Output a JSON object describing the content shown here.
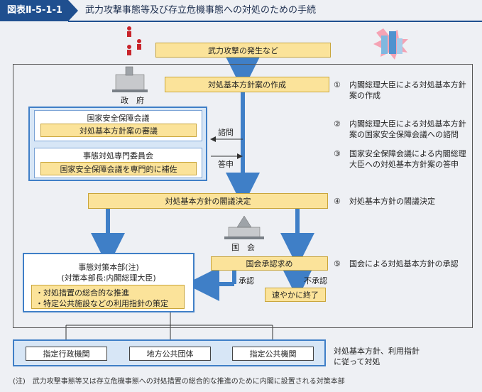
{
  "header": {
    "figure_label": "図表Ⅱ-5-1-1",
    "title": "武力攻撃事態等及び存立危機事態への対処のための手続"
  },
  "boxes": {
    "attack_occurrence": "武力攻撃の発生など",
    "basic_policy_draft": "対処基本方針案の作成",
    "nsc_title": "国家安全保障会議",
    "nsc_deliberation": "対処基本方針案の審議",
    "committee_title": "事態対処専門委員会",
    "committee_support": "国家安全保障会議を専門的に補佐",
    "cabinet_decision": "対処基本方針の閣議決定",
    "diet_approval": "国会承認求め",
    "terminate": "速やかに終了",
    "hq_title": "事態対策本部(注)",
    "hq_head": "(対策本部長:内閣総理大臣)",
    "hq_item1": "・対処措置の総合的な推進",
    "hq_item2": "・特定公共施設などの利用指針の策定",
    "designated_agencies": "指定行政機関",
    "local_gov": "地方公共団体",
    "designated_public": "指定公共機関"
  },
  "labels": {
    "government": "政　府",
    "diet": "国　会",
    "consult": "諮問",
    "reply": "答申",
    "approve": "承認",
    "disapprove": "不承認"
  },
  "steps": [
    {
      "num": "①",
      "text1": "内閣総理大臣による対処基本方針",
      "text2": "案の作成"
    },
    {
      "num": "②",
      "text1": "内閣総理大臣による対処基本方針",
      "text2": "案の国家安全保障会議への諮問"
    },
    {
      "num": "③",
      "text1": "国家安全保障会議による内閣総理",
      "text2": "大臣への対処基本方針案の答申"
    },
    {
      "num": "④",
      "text1": "対処基本方針の閣議決定",
      "text2": ""
    },
    {
      "num": "⑤",
      "text1": "国会による対処基本方針の承認",
      "text2": ""
    }
  ],
  "bottom_note": {
    "line1": "対処基本方針、利用指針",
    "line2": "に従って対処"
  },
  "footnote": "(注)　武力攻撃事態等又は存立危機事態への対処措置の総合的な推進のために内閣に設置される対策本部",
  "colors": {
    "yellow": "#fbe39a",
    "blue": "#3f7fc7",
    "navy": "#1f4f8f",
    "light_blue": "#d7e6f6"
  }
}
